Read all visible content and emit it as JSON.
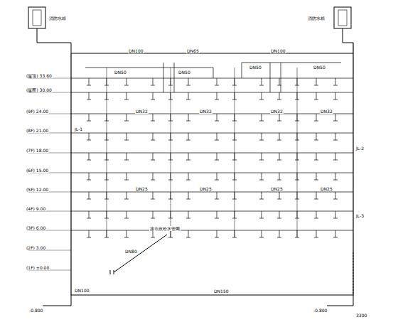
{
  "diagram": {
    "labels": [
      "(屋顶) 33.60",
      "(屋面) 30.00",
      "(9F) 24.00",
      "(8F) 21.00",
      "(7F) 18.00",
      "(6F) 15.00",
      "(5F) 12.00",
      "(4F) 9.00",
      "(3F) 6.00",
      "(2F) 3.00",
      "(1F) ±0.00",
      "JL-1",
      "JL-2",
      "-0.800",
      "-0.800",
      "DN100",
      "DN150",
      "DN80",
      "接市政给水管网",
      "DN100",
      "DN65",
      "DN100",
      "消防水箱",
      "消防水箱",
      "DN50",
      "DN50",
      "DN50",
      "DN50",
      "DN32",
      "DN32",
      "DN32",
      "DN32",
      "DN25",
      "DN25",
      "DN25",
      "DN25",
      "JL-3",
      "3300"
    ]
  }
}
